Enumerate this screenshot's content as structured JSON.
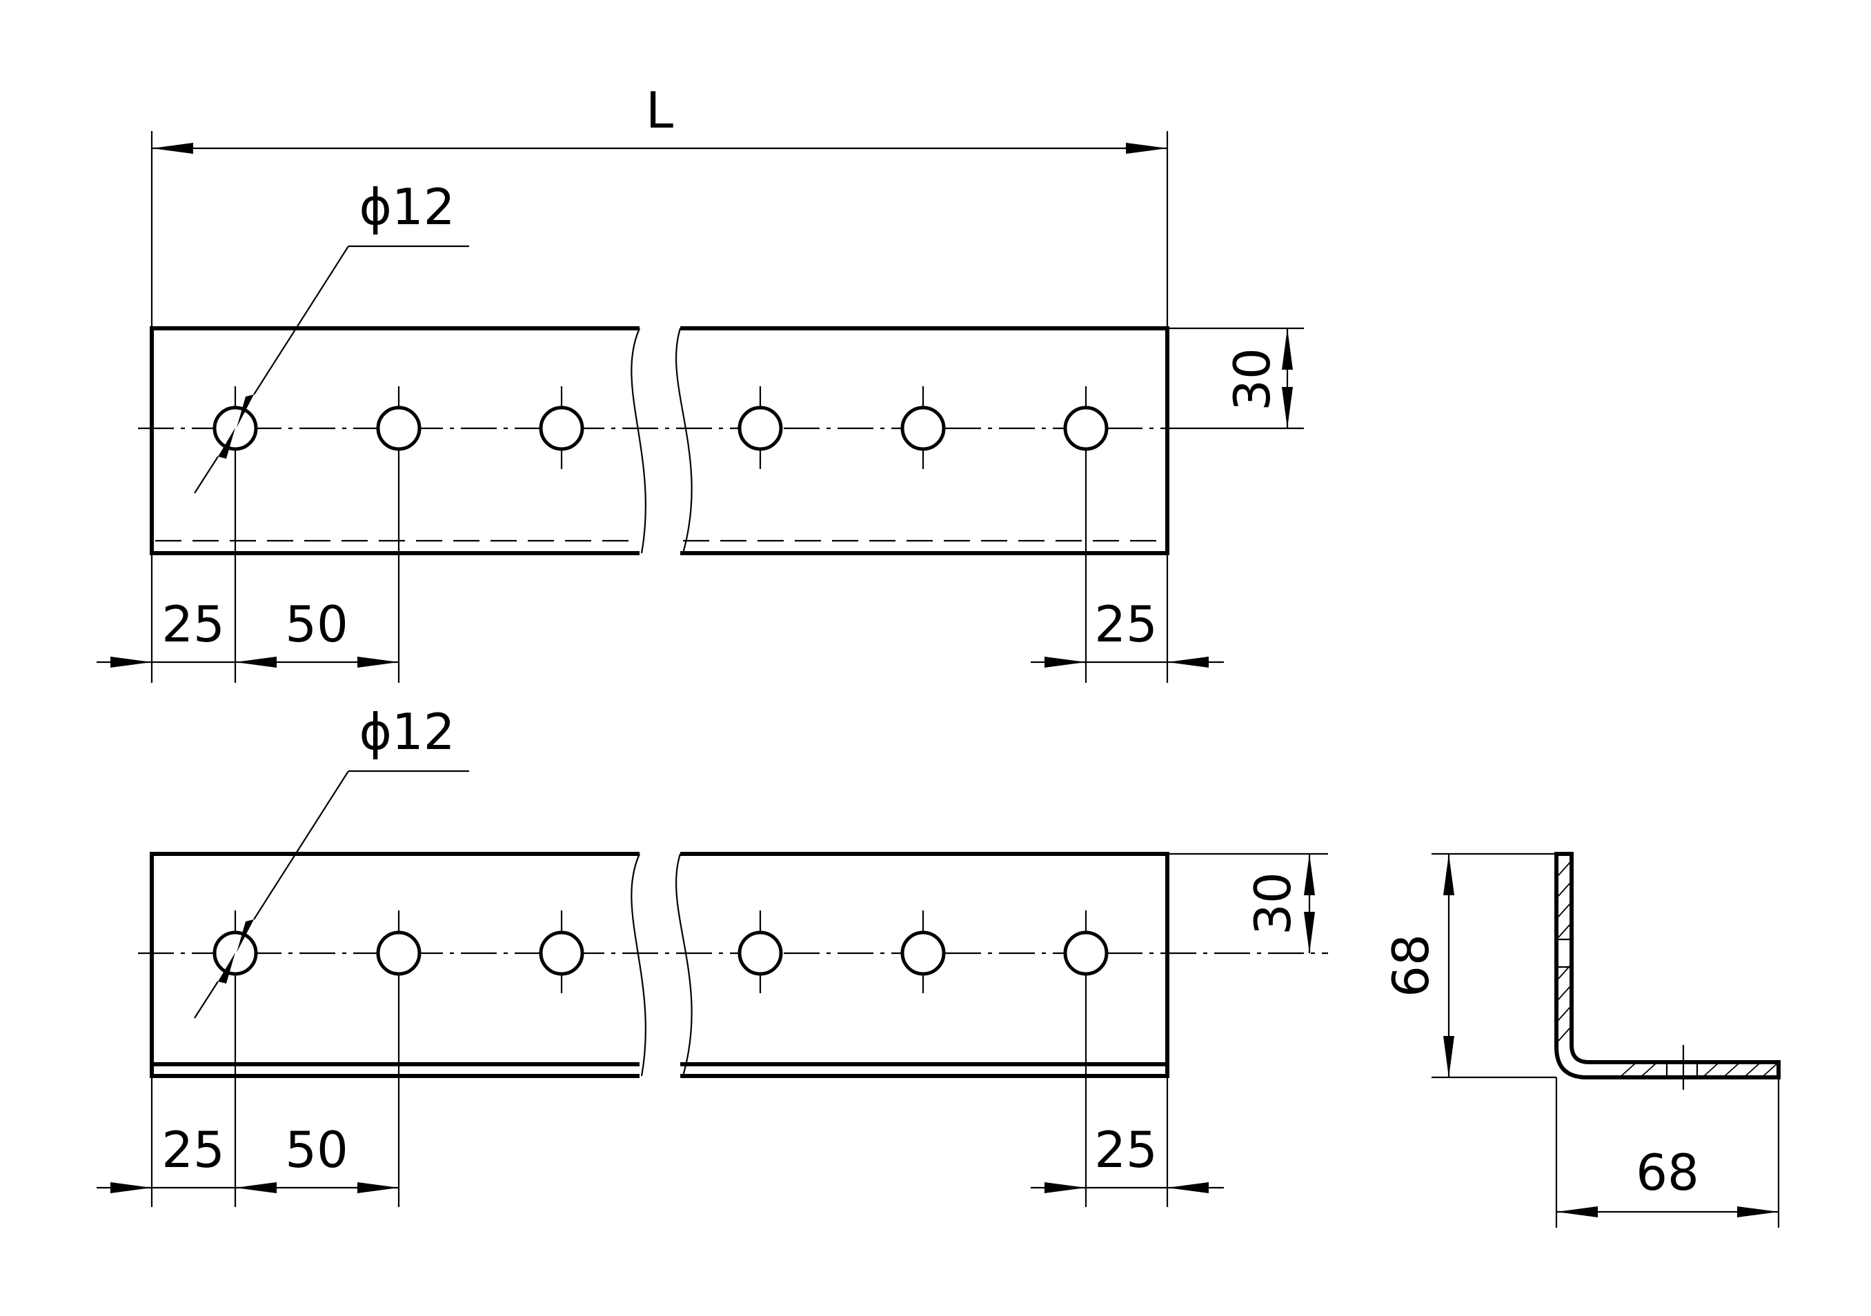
{
  "top_view": {
    "length_label": "L",
    "hole_diameter_label": "ϕ12",
    "height_label": "30",
    "left_edge_label": "25",
    "pitch_label": "50",
    "right_edge_label": "25"
  },
  "bottom_view": {
    "hole_diameter_label": "ϕ12",
    "height_label": "30",
    "left_edge_label": "25",
    "pitch_label": "50",
    "right_edge_label": "25"
  },
  "section_view": {
    "height_label": "68",
    "width_label": "68"
  },
  "colors": {
    "line": "#000000",
    "background": "#ffffff"
  }
}
